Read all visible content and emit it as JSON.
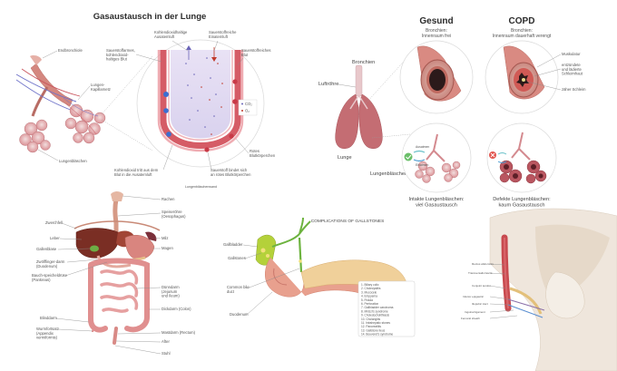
{
  "lung_panel": {
    "title": "Gasaustausch in der Lunge",
    "labels": {
      "endbronchiole": "Endbronchiole",
      "lungenkapillarnetz": "Lungen-\nKapillarnetz",
      "lungenblaeschen": "Lungenbläschen",
      "kohlendioxidhaltige_ausatemluft": "Kohlendioxidhaltige\nAusatemluft",
      "sauerstoffreiche_einatemluft": "Sauerstoffreiche\nEinatemluft",
      "sauerstoffarmes_blut": "Sauerstoffarmes,\nkohlendioxid-\nhaltiges Blut",
      "sauerstoffreiches_blut": "Sauerstoffreiches\nBlut",
      "rotes_blutkoerperchen": "Rotes\nBlutkörperchen",
      "kohlendioxid_tritt_aus": "Kohlendioxid tritt aus dem\nBlut in die Ausatemluft",
      "sauerstoff_bindet": "Sauerstoff bindet sich\nan rotes Blutkörperchen",
      "lungenblaeschenwand": "Lungenbläschenwand",
      "legend_co2": "CO₂",
      "legend_o2": "O₂"
    }
  },
  "copd_panel": {
    "gesund_title": "Gesund",
    "gesund_sub": "Bronchien:\nInnenraum frei",
    "copd_title": "COPD",
    "copd_sub": "Bronchien:\nInnenraum dauerhaft verengt",
    "labels": {
      "bronchien": "Bronchien",
      "luftroehre": "Luftröhre",
      "lunge": "Lunge",
      "lungenblaeschen": "Lungenbläschen",
      "muskulatur": "Muskulatur",
      "schleimhaut": "entzündete\nund lädierte\nSchleimhaut",
      "zaeher_schleim": "zäher Schleim",
      "ausatmen": "Ausatmen",
      "einatmen": "Einatmen"
    },
    "caption_left": "Intakte Lungenbläschen:\nviel Gasaustausch",
    "caption_right": "Defekte Lungenbläschen:\nkaum Gasaustausch"
  },
  "digestive_panel": {
    "labels_left": [
      "Zwerchfell",
      "Leber",
      "Gallenblase",
      "Zwölffinger-darm\n(Duodenum)",
      "Bauch-speicheldrüse\n(Pankreas)",
      "Blinddarm",
      "Wurmfortsatz\n(Appendix\nvermiformis)"
    ],
    "labels_right": [
      "Rachen",
      "Speiseröhre\n(Oesophagus)",
      "Milz",
      "Magen",
      "Dünndarm\n(Jejunum\nund Ileum)",
      "Dickdarm (Colon)",
      "Mastdarm (Rectum)",
      "After",
      "Stuhl"
    ]
  },
  "gallstone_panel": {
    "title": "COMPLICATIONS OF GALLSTONES",
    "labels": {
      "gallbladder": "Gallbladder",
      "gallstones": "Gallstones",
      "common_bile_duct": "Common bile\nduct",
      "duodenum": "Duodenum",
      "pancreas": "Pancreas"
    },
    "list": [
      "1. Biliary colic",
      "2. Cholecystitis",
      "3. Mucocele",
      "4. Empyema",
      "5. Fistula",
      "6. Perforation",
      "7. Gallbladder carcinoma",
      "8. Mirizzi's syndrome",
      "9. Choledocholithiasis",
      "10. Cholangitis",
      "11. Intrahepatic stones",
      "12. Pancreatitis",
      "13. Gallstone ileus",
      "14. Bouveret's syndrome"
    ]
  },
  "hip_panel": {
    "labels": [
      "Rectus abdominis",
      "Transversalis fascia",
      "Conjoint tendon",
      "Inferior epigastric",
      "Iliopubic tract",
      "Inguinal ligament",
      "Femoral sheath"
    ]
  }
}
